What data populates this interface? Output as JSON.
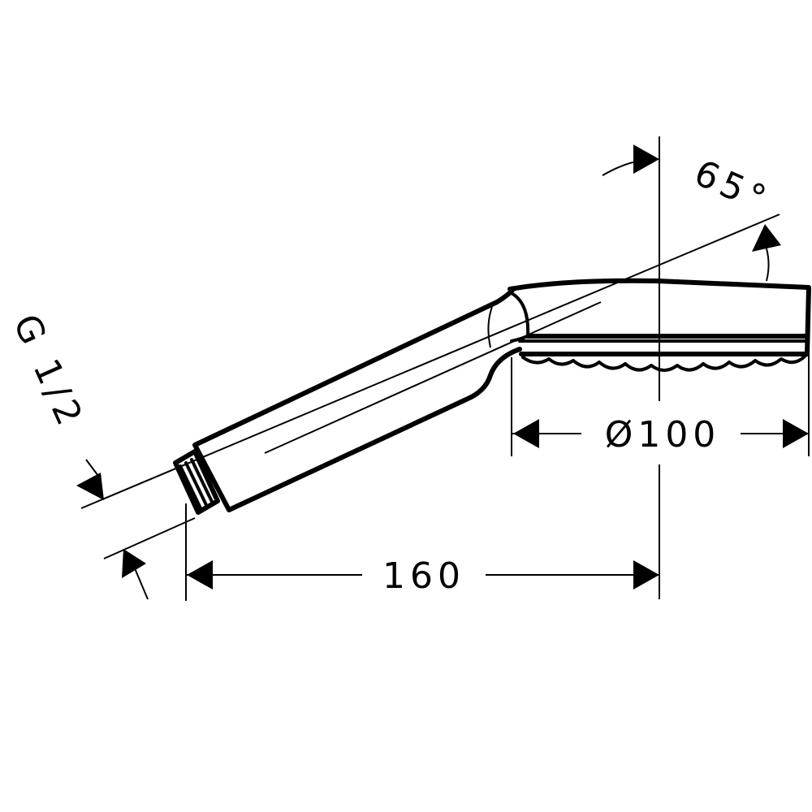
{
  "dimensions": {
    "length": "160",
    "diameter": "Ø100",
    "angle": "65°",
    "thread": "G 1/2"
  }
}
